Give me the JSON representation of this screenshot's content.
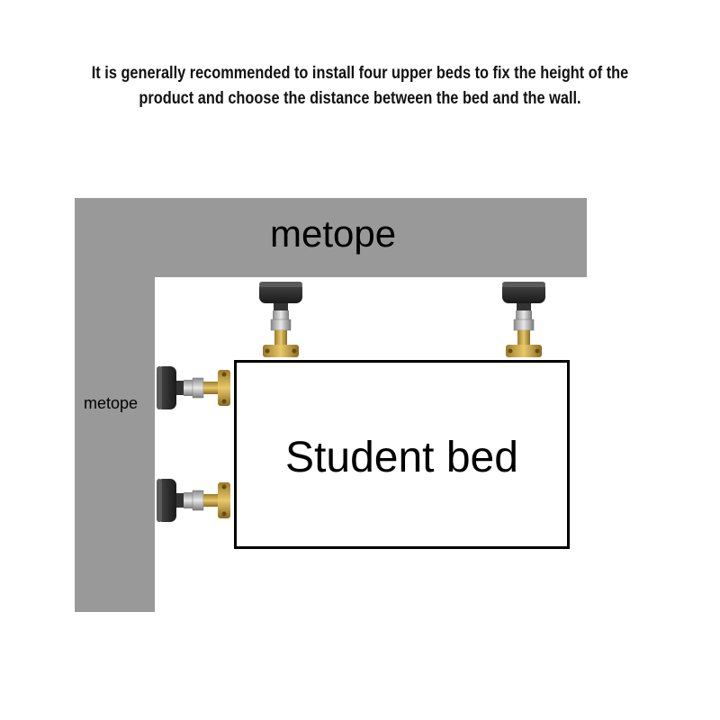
{
  "caption": {
    "line1": "It is generally recommended to install four upper beds to fix the height of the",
    "line2": "product and choose the distance between the bed and the wall."
  },
  "walls": {
    "top_label": "metope",
    "left_label": "metope",
    "color": "#999999"
  },
  "bed": {
    "label": "Student bed"
  },
  "fixers": {
    "icon": "adjustable-bed-frame-anchor-icon",
    "count": 4
  }
}
